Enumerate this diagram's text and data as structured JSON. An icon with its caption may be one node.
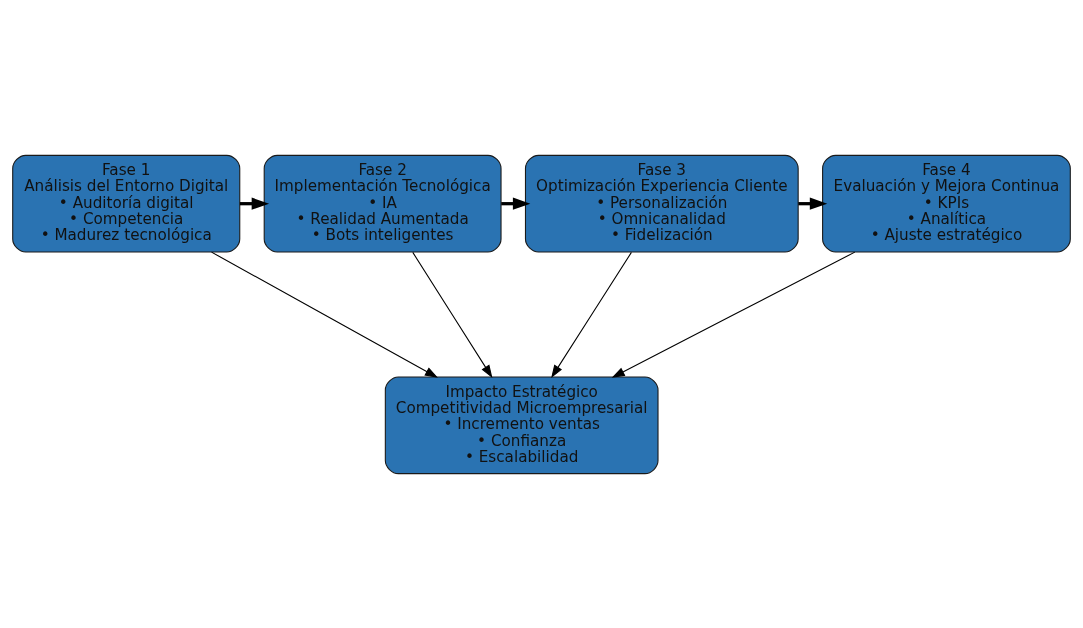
{
  "diagram": {
    "nodes": [
      {
        "text": [
          "Fase 1",
          "Análisis del Entorno Digital",
          "• Auditoría digital",
          "• Competencia",
          "• Madurez tecnológica"
        ]
      },
      {
        "text": [
          "Fase 2",
          "Implementación Tecnológica",
          "• IA",
          "• Realidad Aumentada",
          "• Bots inteligentes"
        ]
      },
      {
        "text": [
          "Fase 3",
          "Optimización Experiencia Cliente",
          "• Personalización",
          "• Omnicanalidad",
          "• Fidelización"
        ]
      },
      {
        "text": [
          "Fase 4",
          "Evaluación y Mejora Continua",
          "• KPIs",
          "• Analítica",
          "• Ajuste estratégico"
        ]
      },
      {
        "text": [
          "Impacto Estratégico",
          "Competitividad Microempresarial",
          "• Incremento ventas",
          "• Confianza",
          "• Escalabilidad"
        ]
      }
    ],
    "edges": [
      {
        "from": 0,
        "to": 1,
        "arrow": "to",
        "style": "thick"
      },
      {
        "from": 1,
        "to": 2,
        "arrow": "to",
        "style": "thick"
      },
      {
        "from": 2,
        "to": 3,
        "arrow": "to",
        "style": "thick"
      },
      {
        "from": 0,
        "to": 4,
        "arrow": "to"
      },
      {
        "from": 1,
        "to": 4,
        "arrow": "to"
      },
      {
        "from": 2,
        "to": 4,
        "arrow": "to"
      },
      {
        "from": 3,
        "to": 4,
        "arrow": "to"
      }
    ]
  }
}
